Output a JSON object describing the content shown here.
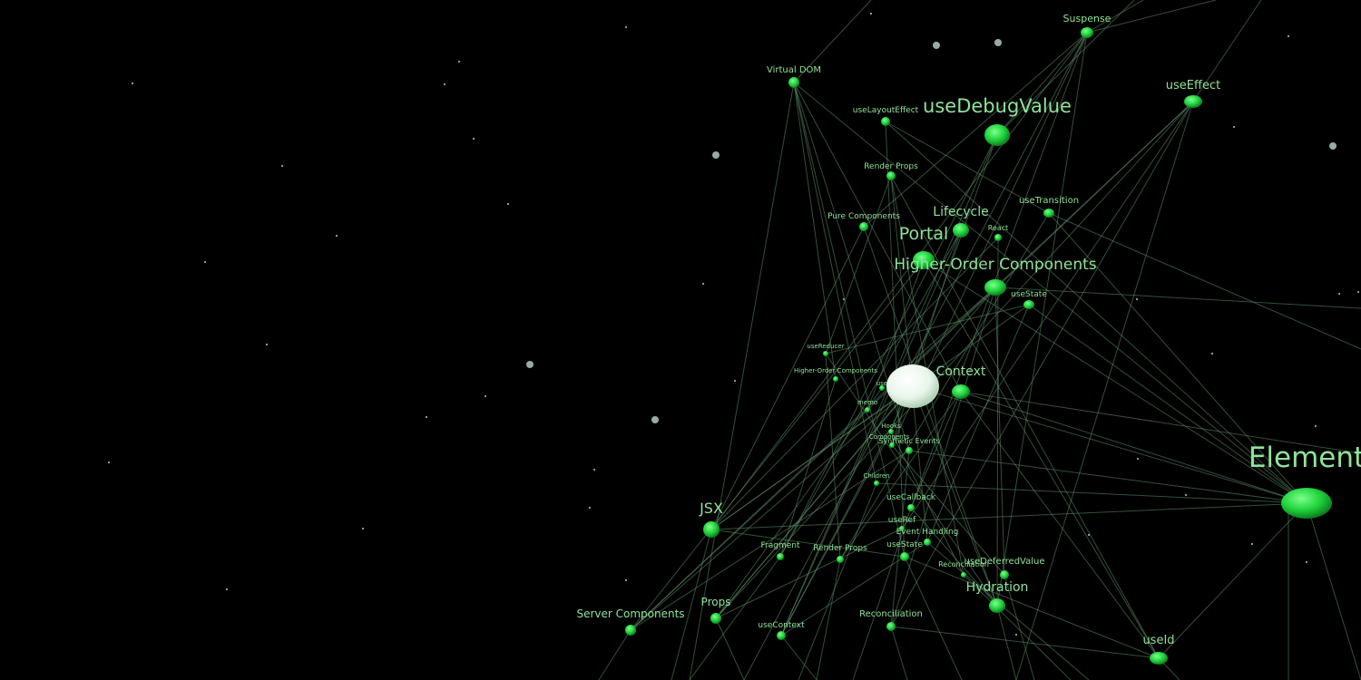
{
  "graph": {
    "nodes": [
      {
        "id": "suspense",
        "label": "Suspense"
      },
      {
        "id": "virtual-dom",
        "label": "Virtual DOM"
      },
      {
        "id": "use-layout-effect",
        "label": "useLayoutEffect"
      },
      {
        "id": "use-debug-value",
        "label": "useDebugValue"
      },
      {
        "id": "use-effect",
        "label": "useEffect"
      },
      {
        "id": "render-props-top",
        "label": "Render Props"
      },
      {
        "id": "use-transition",
        "label": "useTransition"
      },
      {
        "id": "pure-components",
        "label": "Pure Components"
      },
      {
        "id": "lifecycle",
        "label": "Lifecycle"
      },
      {
        "id": "react",
        "label": "React"
      },
      {
        "id": "portal",
        "label": "Portal"
      },
      {
        "id": "hoc-large",
        "label": "Higher-Order Components"
      },
      {
        "id": "use-state-top",
        "label": "useState"
      },
      {
        "id": "use-reducer",
        "label": "useReducer"
      },
      {
        "id": "hoc-small",
        "label": "Higher-Order Components"
      },
      {
        "id": "context",
        "label": "Context"
      },
      {
        "id": "use-small",
        "label": "use"
      },
      {
        "id": "memo",
        "label": "memo"
      },
      {
        "id": "hooks",
        "label": "Hooks"
      },
      {
        "id": "components",
        "label": "Components"
      },
      {
        "id": "synthetic-events",
        "label": "Synthetic Events"
      },
      {
        "id": "element",
        "label": "Element"
      },
      {
        "id": "children",
        "label": "Children"
      },
      {
        "id": "use-callback",
        "label": "useCallback"
      },
      {
        "id": "jsx",
        "label": "JSX"
      },
      {
        "id": "use-ref",
        "label": "useRef"
      },
      {
        "id": "event-handling",
        "label": "Event Handling"
      },
      {
        "id": "fragment",
        "label": "Fragment"
      },
      {
        "id": "render-props-bottom",
        "label": "Render Props"
      },
      {
        "id": "use-state-bottom",
        "label": "useState"
      },
      {
        "id": "reconciliation-small",
        "label": "Reconciliation"
      },
      {
        "id": "use-deferred-value",
        "label": "useDeferredValue"
      },
      {
        "id": "hydration",
        "label": "Hydration"
      },
      {
        "id": "props",
        "label": "Props"
      },
      {
        "id": "server-components",
        "label": "Server Components"
      },
      {
        "id": "use-context",
        "label": "useContext"
      },
      {
        "id": "reconciliation",
        "label": "Reconciliation"
      },
      {
        "id": "use-id",
        "label": "useId"
      },
      {
        "id": "selected-node",
        "label": ""
      }
    ],
    "node_color": "#22e040",
    "selected_color": "#e8f5ea",
    "label_color": "#8fe39a",
    "edge_color": "#5f8f68"
  }
}
